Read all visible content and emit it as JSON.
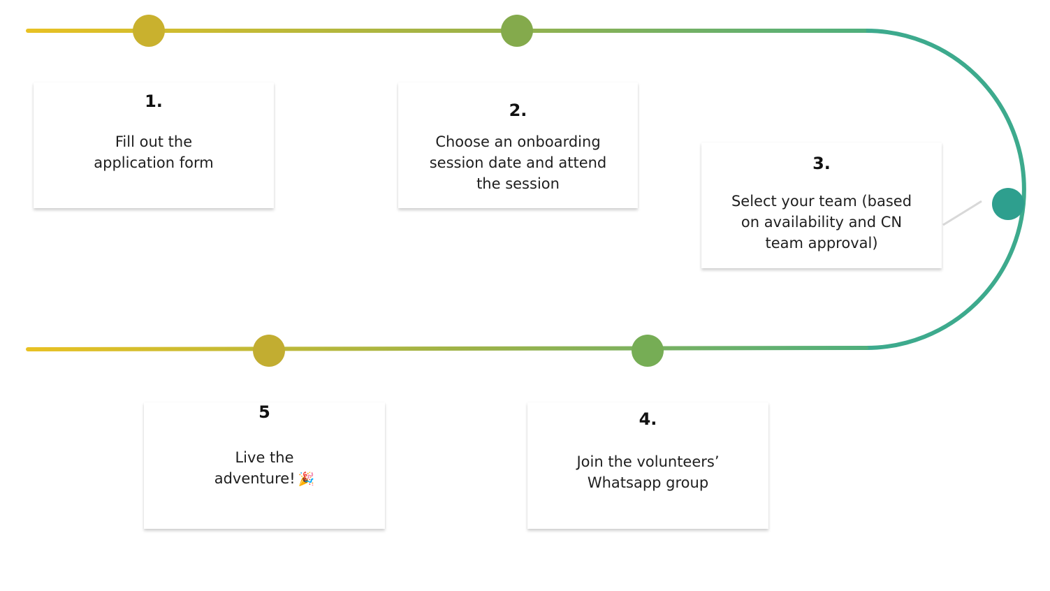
{
  "colors": {
    "start": "#E8C123",
    "mid": "#9AB24A",
    "end": "#2FA58F",
    "step1_dot": "#C9B12E",
    "step2_dot": "#84AA4C",
    "step3_dot": "#2E9F8E",
    "step4_dot": "#76AD55",
    "step5_dot": "#C2AD31"
  },
  "steps": [
    {
      "number": "1.",
      "lines": [
        "Fill out the",
        "application form"
      ]
    },
    {
      "number": "2.",
      "lines": [
        "Choose an onboarding",
        "session date and attend",
        "the session"
      ]
    },
    {
      "number": "3.",
      "lines": [
        "Select your team (based",
        "on availability and CN",
        "team approval)"
      ]
    },
    {
      "number": "4.",
      "lines": [
        "Join the volunteers’",
        "Whatsapp group"
      ]
    },
    {
      "number": "5",
      "lines": [
        "Live the",
        "adventure!"
      ],
      "emoji": "🎉",
      "emoji_icon": "party-popper-icon"
    }
  ]
}
